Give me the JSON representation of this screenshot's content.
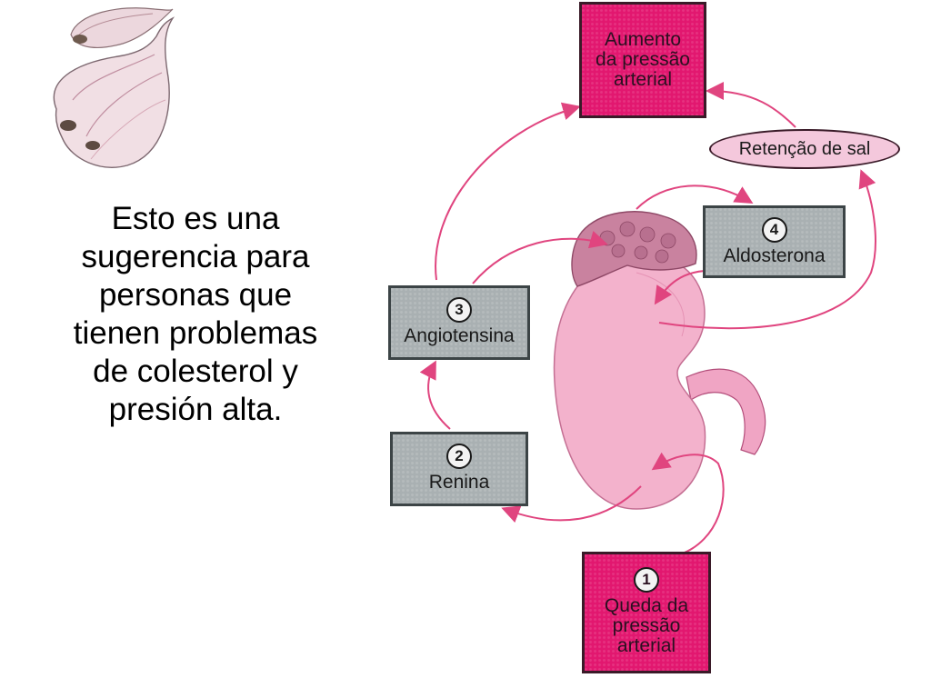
{
  "slide_text": [
    "Esto es una",
    "sugerencia  para",
    "personas que",
    "tienen  problemas",
    "de colesterol y",
    "presión alta."
  ],
  "diagram": {
    "top_box": [
      "Aumento",
      "da pressão",
      "arterial"
    ],
    "retention": "Retenção de sal",
    "aldosterona": {
      "number": "4",
      "label": "Aldosterona"
    },
    "angiotensina": {
      "number": "3",
      "label": "Angiotensina"
    },
    "renina": {
      "number": "2",
      "label": "Renina"
    },
    "bottom_box": {
      "number": "1",
      "lines": [
        "Queda da",
        "pressão",
        "arterial"
      ]
    }
  },
  "colors": {
    "magenta_box": "#e2176f",
    "gray_box": "#a9b0b2",
    "arrow": "#e0457f",
    "kidney": "#f3b2cc",
    "adrenal": "#c9829f"
  },
  "icons": [
    "garlic-illustration",
    "kidney-illustration",
    "adrenal-gland-illustration"
  ]
}
